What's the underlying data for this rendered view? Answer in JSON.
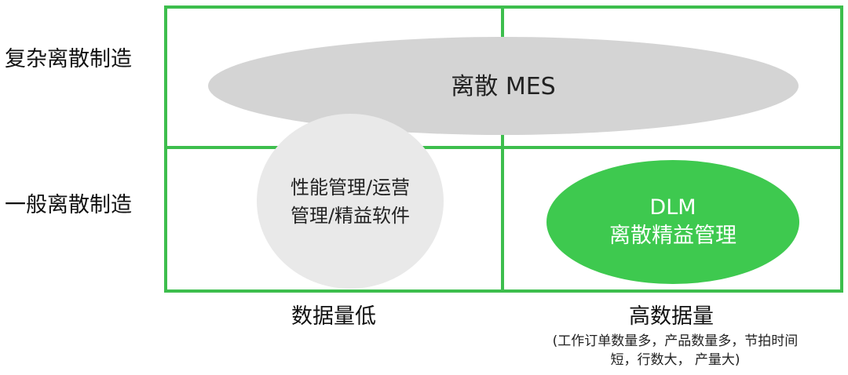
{
  "rows": {
    "complex_discrete": "复杂离散制造",
    "general_discrete": "一般离散制造"
  },
  "columns": {
    "low_data": "数据量低",
    "high_data": "高数据量",
    "high_data_note_line1": "(工作订单数量多，产品数量多，节拍时间",
    "high_data_note_line2": "短，行数大， 产量大)"
  },
  "shapes": {
    "mes": "离散 MES",
    "performance_line1": "性能管理/运营",
    "performance_line2": "管理/精益软件",
    "dlm_line1": "DLM",
    "dlm_line2": "离散精益管理"
  },
  "colors": {
    "grid": "#3dbe4d",
    "mes_fill": "#d4d4d4",
    "performance_fill": "#e9e9e9",
    "dlm_fill": "#3ec94f",
    "dlm_text": "#ffffff"
  }
}
